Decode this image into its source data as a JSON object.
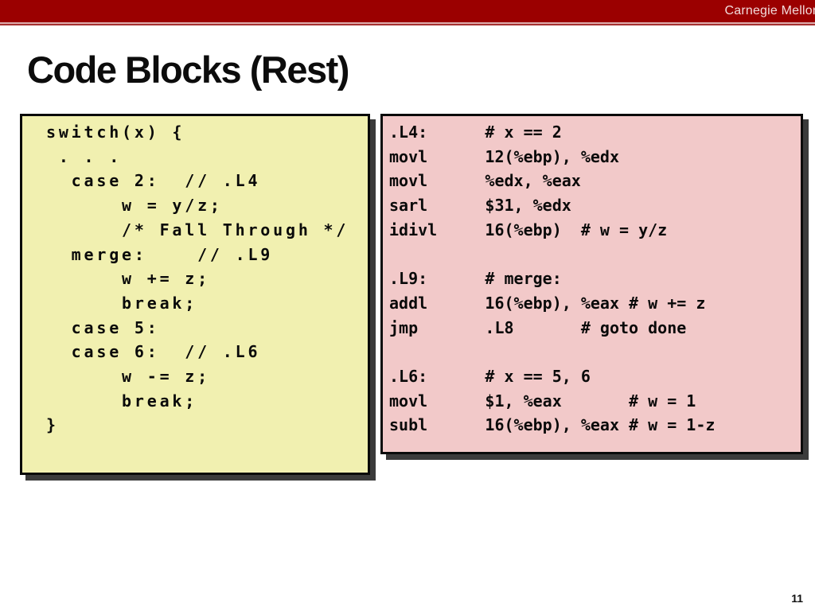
{
  "header": {
    "brand": "Carnegie Mellon",
    "bar_color": "#9b0000"
  },
  "title": "Code Blocks (Rest)",
  "page_number": "11",
  "code_boxes": {
    "c_code": {
      "label": "switch-statement-c-code",
      "bg_color": "#f1f0b0",
      "border_color": "#0a0a0a",
      "shadow_color": "#3b3b3b",
      "lines": [
        "switch(x) {",
        " . . .",
        "  case 2:  // .L4",
        "      w = y/z;",
        "      /* Fall Through */",
        "  merge:    // .L9",
        "      w += z;",
        "      break;",
        "  case 5:",
        "  case 6:  // .L6",
        "      w -= z;",
        "      break;",
        "}"
      ]
    },
    "assembly": {
      "label": "x86-assembly-code",
      "bg_color": "#f2c9c9",
      "border_color": "#0a0a0a",
      "shadow_color": "#3b3b3b",
      "lines": [
        ".L4:      # x == 2",
        "movl      12(%ebp), %edx",
        "movl      %edx, %eax",
        "sarl      $31, %edx",
        "idivl     16(%ebp)  # w = y/z",
        "",
        ".L9:      # merge:",
        "addl      16(%ebp), %eax # w += z",
        "jmp       .L8       # goto done",
        "",
        ".L6:      # x == 5, 6",
        "movl      $1, %eax       # w = 1",
        "subl      16(%ebp), %eax # w = 1-z"
      ]
    }
  }
}
